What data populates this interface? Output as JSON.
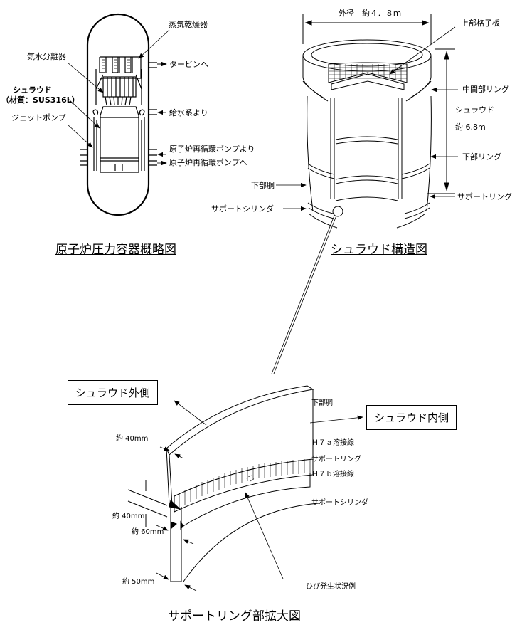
{
  "diagram": {
    "vessel_overview": {
      "title": "原子炉圧力容器概略図",
      "labels": {
        "steam_dryer": "蒸気乾燥器",
        "steam_separator": "気水分離器",
        "to_turbine": "タービンへ",
        "shroud_line1": "シュラウド",
        "shroud_line2": "（材質：SUS316L）",
        "from_feedwater": "給水系より",
        "jet_pump": "ジェットポンプ",
        "from_recirc_pump": "原子炉再循環ポンプより",
        "to_recirc_pump": "原子炉再循環ポンプへ"
      }
    },
    "shroud_structure": {
      "title": "シュラウド構造図",
      "labels": {
        "outer_diameter": "外径　約４．８ｍ",
        "top_guide": "上部格子板",
        "middle_ring": "中間部リング",
        "shroud": "シュラウド",
        "height": "約 6.8m",
        "lower_ring": "下部リング",
        "lower_shell": "下部胴",
        "support_ring": "サポートリング",
        "support_cylinder": "サポートシリンダ"
      }
    },
    "support_ring_detail": {
      "title": "サポートリング部拡大図",
      "labels": {
        "shroud_outside": "シュラウド外側",
        "shroud_inside": "シュラウド内側",
        "lower_shell": "下部胴",
        "h7a_weld": "Ｈ７ａ溶接線",
        "support_ring": "サポートリング",
        "h7b_weld": "Ｈ７ｂ溶接線",
        "support_cylinder": "サポートシリンダ",
        "crack_example": "ひび発生状況例",
        "dim_40mm_top": "約 40mm",
        "dim_40mm_ring": "約 40mm",
        "dim_60mm": "約 60mm",
        "dim_50mm": "約 50mm"
      }
    }
  }
}
